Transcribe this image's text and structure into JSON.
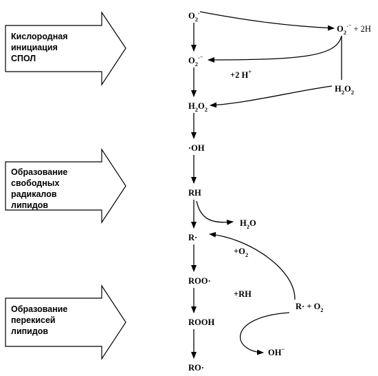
{
  "stages": [
    {
      "id": "oxygen-initiation",
      "label_lines": [
        "Кислородная",
        "инициация",
        "СПОЛ"
      ]
    },
    {
      "id": "lipid-radicals",
      "label_lines": [
        "Образование",
        "свободных",
        "радикалов",
        "липидов"
      ]
    },
    {
      "id": "lipid-peroxides",
      "label_lines": [
        "Образование",
        "перекисей",
        "липидов"
      ]
    }
  ],
  "chain": {
    "o2_radical_top": {
      "main": "O",
      "sub": "2",
      "sup": "·"
    },
    "o2_anion": {
      "main": "O",
      "sub": "2",
      "sup": "·⁻"
    },
    "h2o2": {
      "parts": [
        "H",
        "2",
        "O",
        "2"
      ]
    },
    "oh_radical": "·OH",
    "rh": "RH",
    "r_radical": "R·",
    "roo_radical": "ROO·",
    "rooh": "ROOH",
    "ro_radical": "RO·"
  },
  "side": {
    "o2_anion_plus_2h": {
      "main": "O",
      "sub": "2",
      "sup": "·⁻",
      "tail": " + 2H"
    },
    "plus_2h_plus": {
      "main": "+2 H",
      "sup": "+"
    },
    "h2o2_right": {
      "parts": [
        "H",
        "2",
        "O",
        "2"
      ]
    },
    "h2o": {
      "parts": [
        "H",
        "2",
        "O"
      ]
    },
    "plus_o2": {
      "main": "+O",
      "sub": "2"
    },
    "plus_rh": "+RH",
    "r_plus_o2": {
      "main": "R· + O",
      "sub": "2"
    },
    "oh_anion": {
      "main": "OH",
      "sup": "−"
    }
  }
}
